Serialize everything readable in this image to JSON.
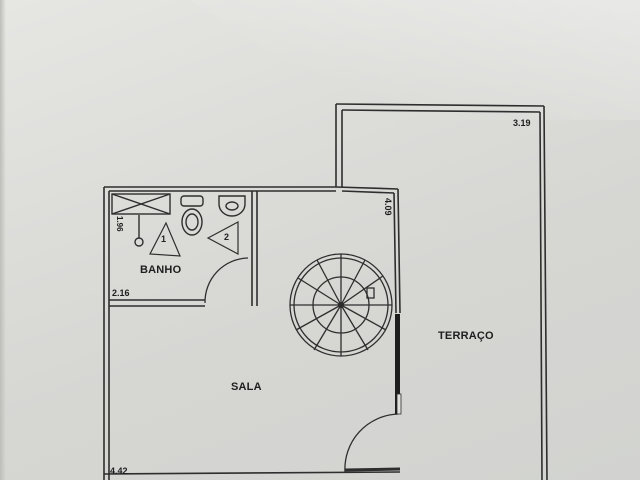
{
  "document": {
    "type": "architectural floor plan (printed page photo)",
    "colors": {
      "paper": "#dcdcd9",
      "ink": "#2a2a2a"
    }
  },
  "rooms": [
    {
      "id": "banho",
      "label": "BANHO",
      "dimension": "2.16"
    },
    {
      "id": "sala",
      "label": "SALA",
      "dimension": "4.42"
    },
    {
      "id": "terraco",
      "label": "TERRAÇO",
      "dimension": "3.19"
    }
  ],
  "dimensions": {
    "sala_height": "4.09",
    "banho_side": "1.96"
  },
  "fixtures": {
    "banho": [
      {
        "name": "shower",
        "icon": "shower-icon"
      },
      {
        "name": "toilet",
        "icon": "toilet-icon"
      },
      {
        "name": "sink",
        "icon": "sink-icon"
      }
    ],
    "markers": [
      "1",
      "2"
    ],
    "sala": [
      {
        "name": "spiral-staircase",
        "icon": "spiral-stair-icon"
      }
    ]
  }
}
